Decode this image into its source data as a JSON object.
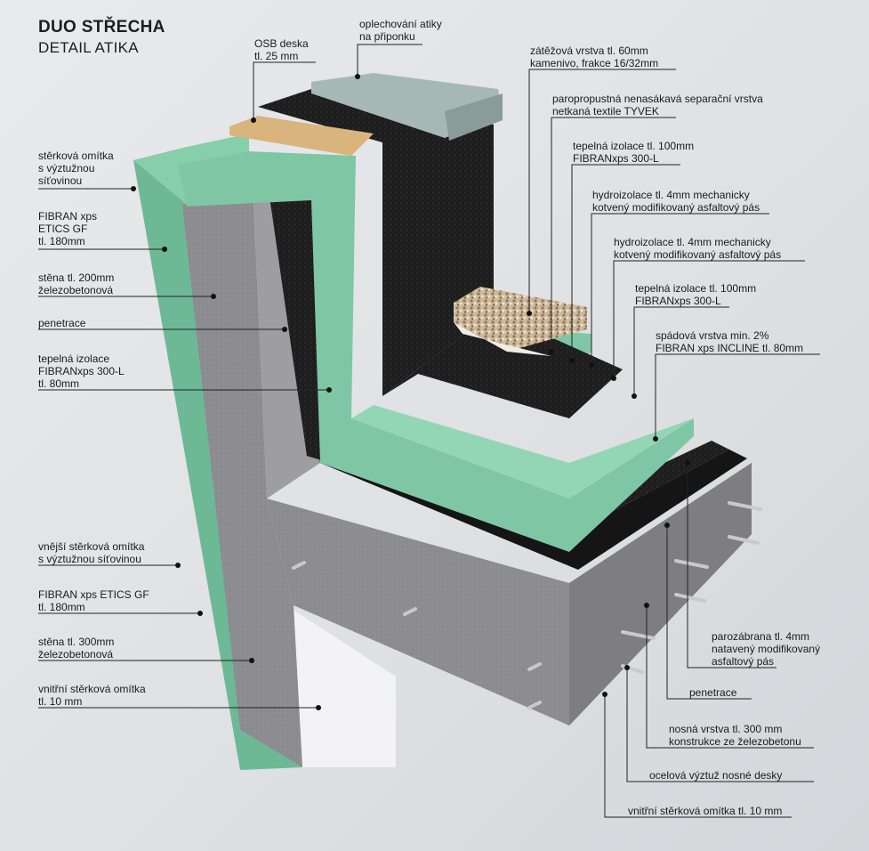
{
  "title": "DUO STŘECHA",
  "subtitle": "DETAIL ATIKA",
  "colors": {
    "xps_green": "#7fc6a5",
    "asphalt": "#1c1c1c",
    "concrete": "#8f8f93",
    "osb": "#d6b27a",
    "flashing": "#9fb1ad"
  },
  "labels": [
    {
      "id": "oplechovani",
      "lines": [
        "oplechování atiky",
        "na připonku"
      ]
    },
    {
      "id": "osb",
      "lines": [
        "OSB deska",
        "tl. 25 mm"
      ]
    },
    {
      "id": "zatezova",
      "lines": [
        "zátěžová vrstva tl. 60mm",
        "kamenivo, frakce 16/32mm"
      ]
    },
    {
      "id": "separacni",
      "lines": [
        "paropropustná nenasákavá separační vrstva",
        "netkaná textile TYVEK"
      ]
    },
    {
      "id": "tep-100-top",
      "lines": [
        "tepelná izolace tl. 100mm",
        "FIBRANxps 300-L"
      ]
    },
    {
      "id": "hydro-1",
      "lines": [
        "hydroizolace tl. 4mm mechanicky",
        "kotvený modifikovaný asfaltový pás"
      ]
    },
    {
      "id": "hydro-2",
      "lines": [
        "hydroizolace tl. 4mm mechanicky",
        "kotvený modifikovaný asfaltový pás"
      ]
    },
    {
      "id": "tep-100-mid",
      "lines": [
        "tepelná izolace tl. 100mm",
        "FIBRANxps 300-L"
      ]
    },
    {
      "id": "spadova",
      "lines": [
        "spádová vrstva min. 2%",
        "FIBRAN xps INCLINE tl. 80mm"
      ]
    },
    {
      "id": "sterkova-top",
      "lines": [
        "stěrková omítka",
        "s výztužnou",
        "síťovinou"
      ]
    },
    {
      "id": "fibran-180-top",
      "lines": [
        "FIBRAN xps",
        "ETICS GF",
        "tl. 180mm"
      ]
    },
    {
      "id": "stena-200",
      "lines": [
        "stěna tl. 200mm",
        "železobetonová"
      ]
    },
    {
      "id": "penetrace-left",
      "lines": [
        "penetrace"
      ]
    },
    {
      "id": "tep-80",
      "lines": [
        "tepelná izolace",
        "FIBRANxps 300-L",
        "tl. 80mm"
      ]
    },
    {
      "id": "vnejsi-sterkova",
      "lines": [
        "vnější stěrková omítka",
        "s výztužnou síťovinou"
      ]
    },
    {
      "id": "fibran-180-bottom",
      "lines": [
        "FIBRAN xps ETICS GF",
        "tl. 180mm"
      ]
    },
    {
      "id": "stena-300",
      "lines": [
        "stěna tl. 300mm",
        "železobetonová"
      ]
    },
    {
      "id": "vnitrni-sterkova-left",
      "lines": [
        "vnitřní stěrková omítka",
        "tl. 10 mm"
      ]
    },
    {
      "id": "parozabrana",
      "lines": [
        "parozábrana tl. 4mm",
        "natavený modifikovaný",
        "asfaltový pás"
      ]
    },
    {
      "id": "penetrace-right",
      "lines": [
        "penetrace"
      ]
    },
    {
      "id": "nosna",
      "lines": [
        "nosná vrstva tl. 300 mm",
        "konstrukce ze železobetonu"
      ]
    },
    {
      "id": "ocelova",
      "lines": [
        "ocelová výztuž nosné desky"
      ]
    },
    {
      "id": "vnitrni-sterkova-right",
      "lines": [
        "vnitřní stěrková omítka tl. 10 mm"
      ]
    }
  ]
}
